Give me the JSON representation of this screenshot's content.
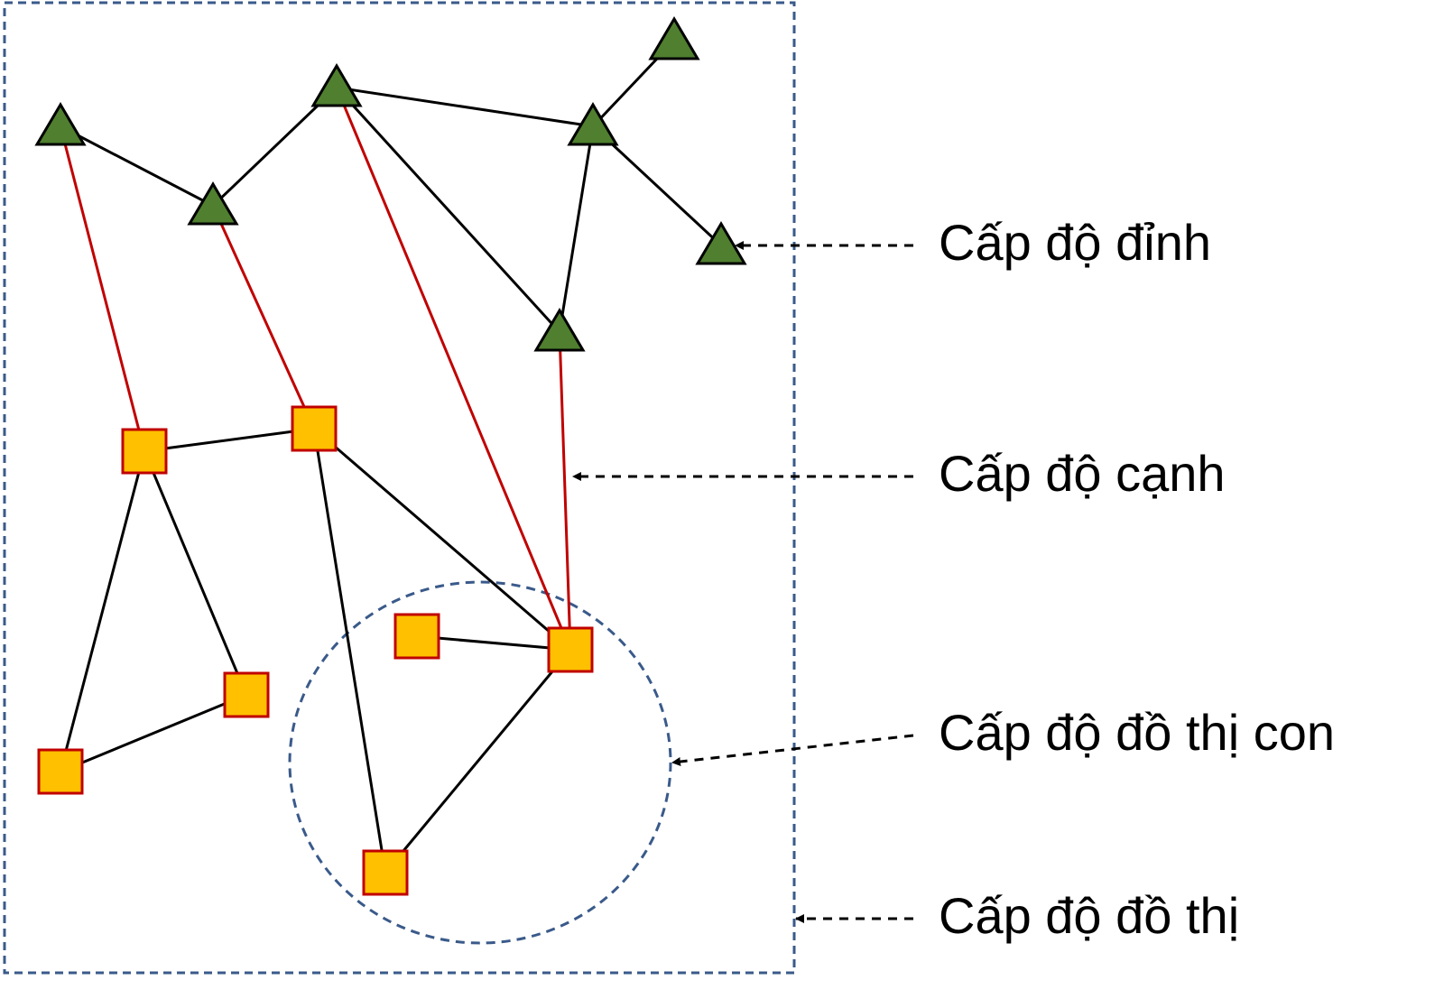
{
  "labels": {
    "node_level": "Cấp độ đỉnh",
    "edge_level": "Cấp độ cạnh",
    "subgraph_level": "Cấp độ đồ thị con",
    "graph_level": "Cấp độ đồ thị"
  },
  "colors": {
    "triangle_fill": "#4f7f2f",
    "square_fill": "#ffc000",
    "square_stroke": "#c00000",
    "cross_edge": "#c00000",
    "edge": "#000000",
    "dashed_border": "#3a5a8a"
  },
  "graph": {
    "triangles": [
      "T1",
      "T2",
      "T3",
      "T4",
      "T5",
      "T6",
      "T7"
    ],
    "squares": [
      "S1",
      "S2",
      "S3",
      "S4",
      "S5",
      "S6",
      "S7"
    ],
    "edges": [
      [
        "T1",
        "T3"
      ],
      [
        "T3",
        "T2"
      ],
      [
        "T2",
        "T5"
      ],
      [
        "T5",
        "T4"
      ],
      [
        "T5",
        "T6"
      ],
      [
        "T5",
        "T7"
      ],
      [
        "T2",
        "T7"
      ],
      [
        "S1",
        "S2"
      ],
      [
        "S1",
        "S4"
      ],
      [
        "S1",
        "S3"
      ],
      [
        "S3",
        "S4"
      ],
      [
        "S2",
        "S6"
      ],
      [
        "S2",
        "S7"
      ],
      [
        "S5",
        "S6"
      ],
      [
        "S6",
        "S7"
      ]
    ],
    "cross_edges": [
      [
        "T1",
        "S1"
      ],
      [
        "T3",
        "S2"
      ],
      [
        "T2",
        "S6"
      ],
      [
        "T7",
        "S6"
      ]
    ]
  }
}
